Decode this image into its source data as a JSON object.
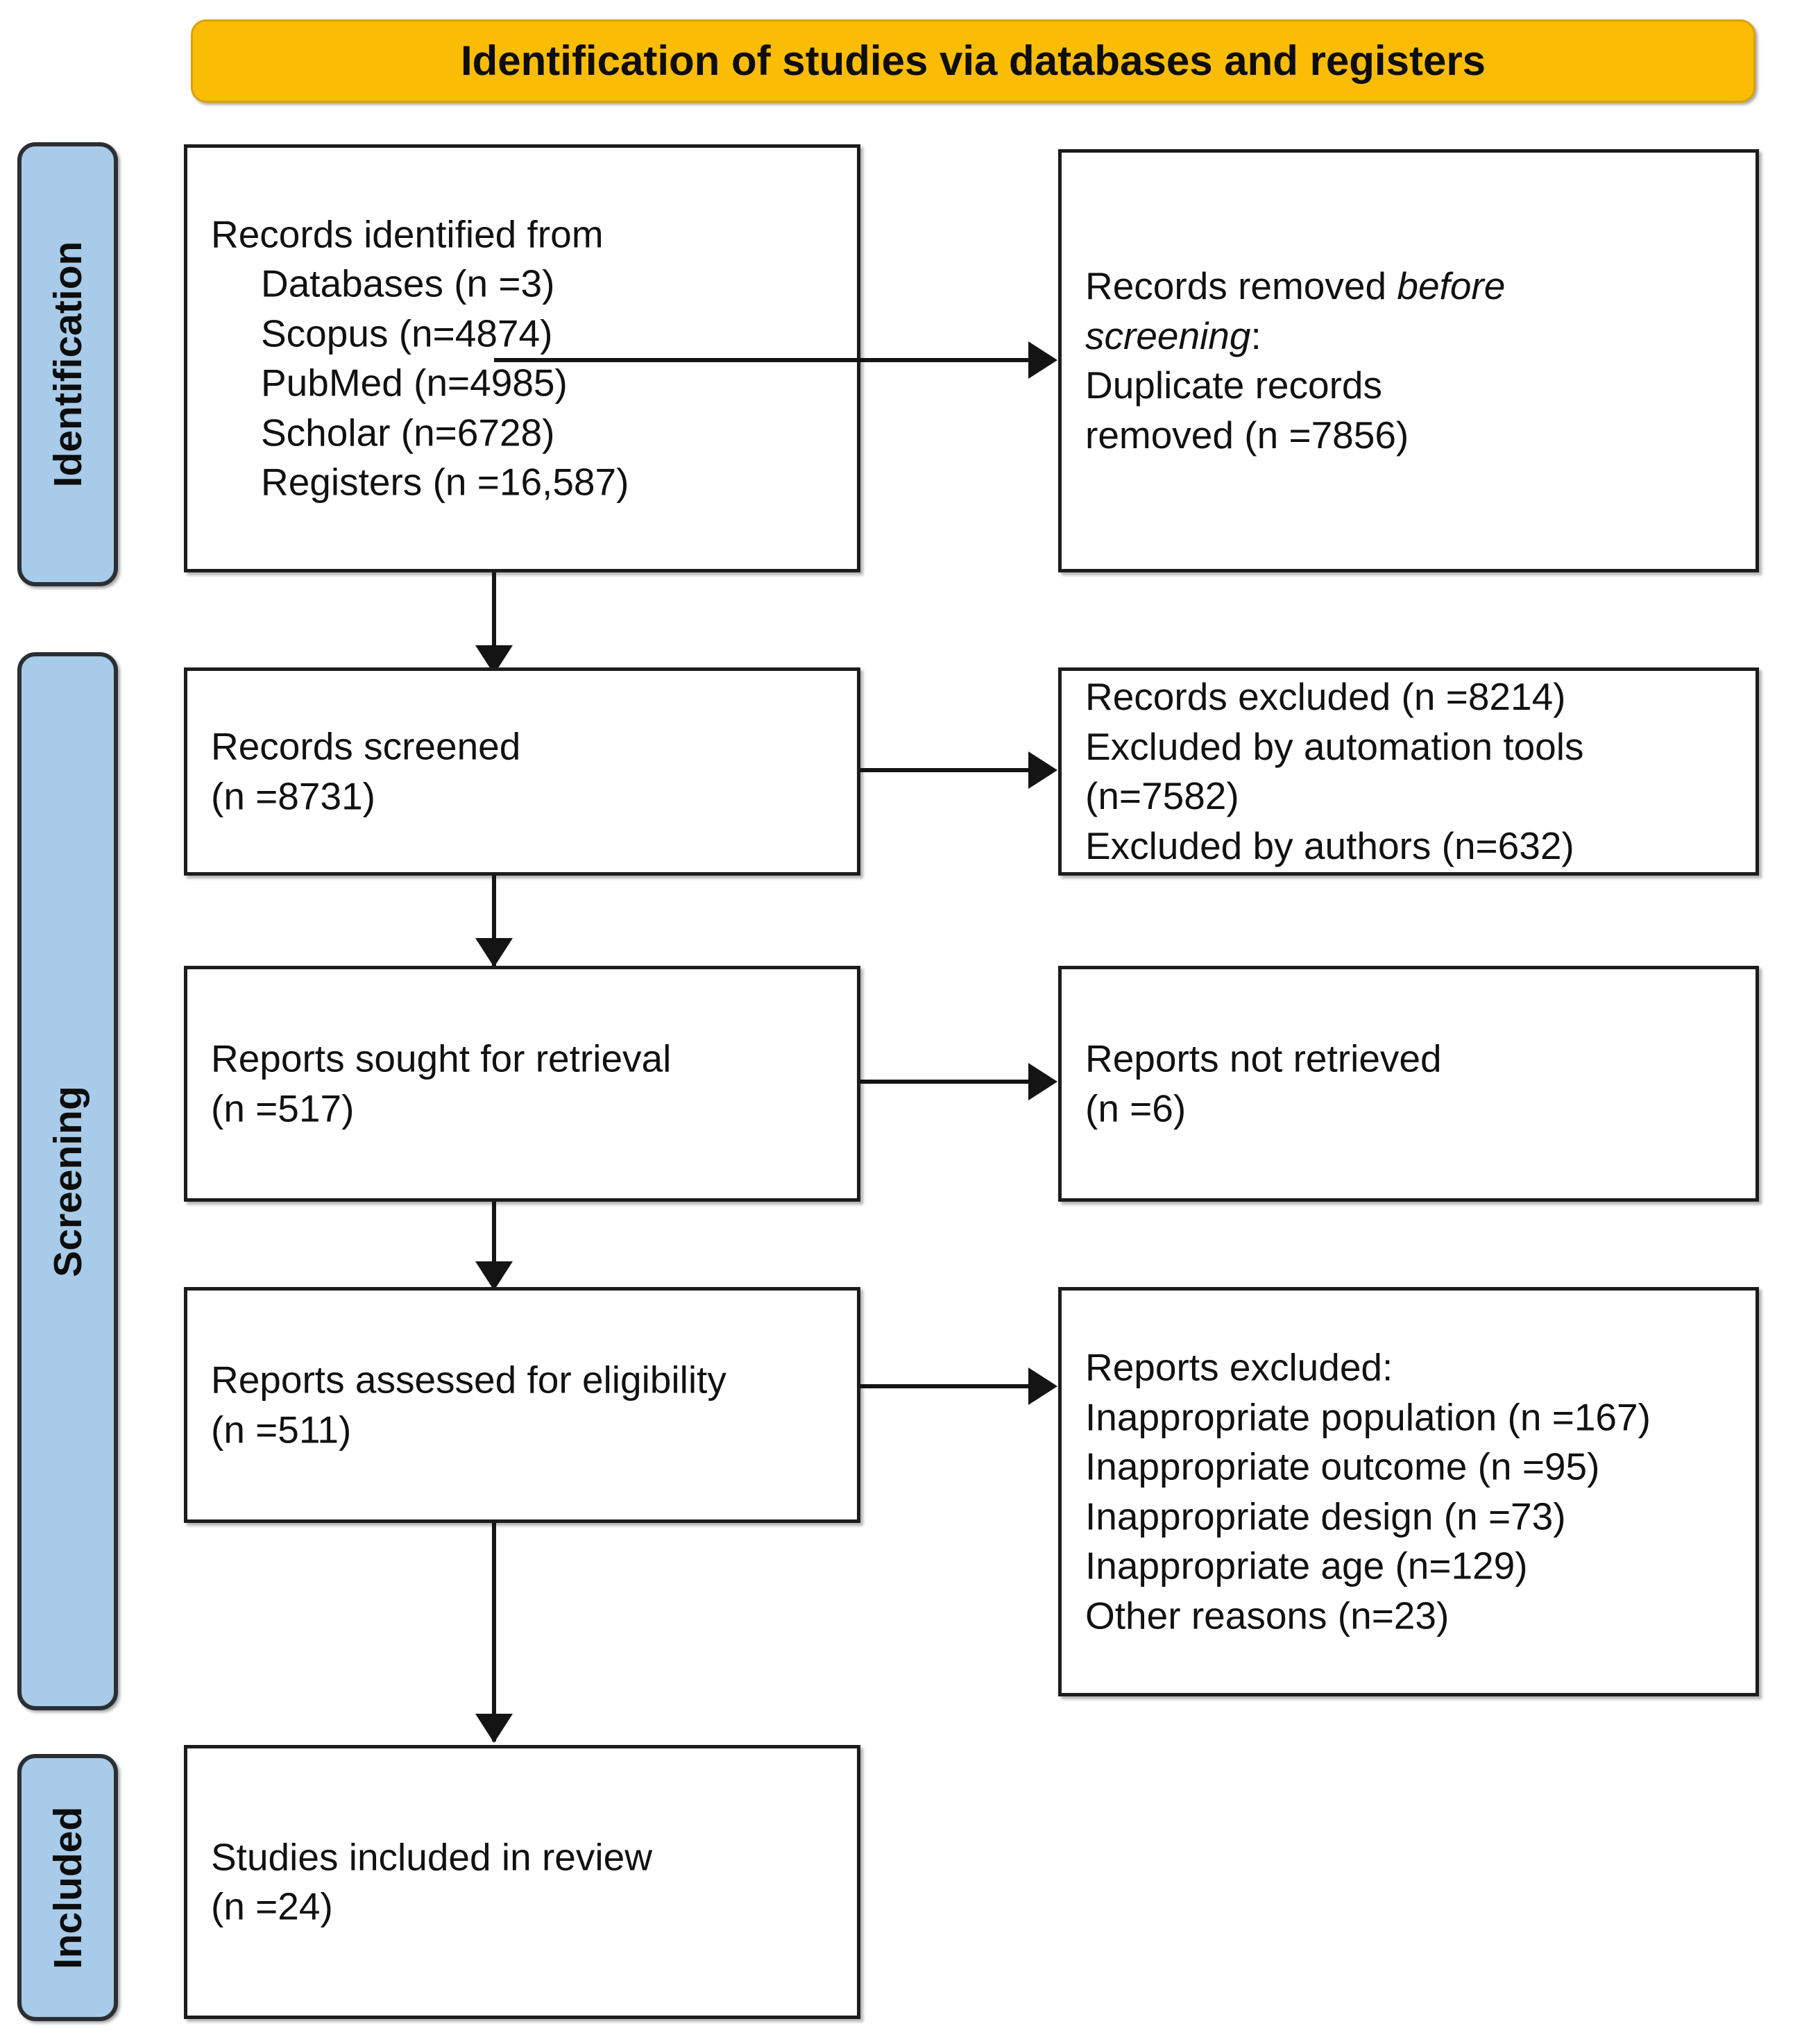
{
  "header": {
    "title": "Identification of studies via databases and registers",
    "background_color": "#FBBC05"
  },
  "stages": [
    {
      "id": "identification",
      "label": "Identification"
    },
    {
      "id": "screening",
      "label": "Screening"
    },
    {
      "id": "included",
      "label": "Included"
    }
  ],
  "stage_bar_color": "#A7CBE8",
  "boxes": {
    "records_identified": {
      "lines": [
        "Records identified from",
        "Databases (n =3)",
        "Scopus (n=4874)",
        "PubMed (n=4985)",
        "Scholar (n=6728)",
        "Registers (n =16,587)"
      ]
    },
    "records_removed": {
      "lines": [
        "Records removed ",
        "before",
        "screening",
        ":",
        "Duplicate records",
        "removed (n =7856)"
      ],
      "line1_normal": "Records removed ",
      "line1_italic": "before",
      "line2_italic": "screening",
      "line2_tail": ":",
      "line3": "Duplicate records",
      "line4": "removed (n =7856)"
    },
    "records_screened": {
      "lines": [
        "Records screened",
        "(n =8731)"
      ]
    },
    "records_excluded": {
      "lines": [
        "Records excluded (n =8214)",
        "Excluded by automation tools",
        "(n=7582)",
        "Excluded by authors (n=632)"
      ]
    },
    "reports_sought": {
      "lines": [
        "Reports sought for retrieval",
        "(n =517)"
      ]
    },
    "reports_not_retrieved": {
      "lines": [
        "Reports not retrieved",
        "(n =6)"
      ]
    },
    "reports_assessed": {
      "lines": [
        "Reports assessed for eligibility",
        "(n =511)"
      ]
    },
    "reports_excluded": {
      "lines": [
        "Reports excluded:",
        "Inappropriate population (n =167)",
        "Inappropriate outcome (n =95)",
        "Inappropriate design (n =73)",
        "Inappropriate age (n=129)",
        "Other reasons (n=23)"
      ]
    },
    "studies_included": {
      "lines": [
        "Studies included in review",
        "(n =24)"
      ]
    }
  }
}
